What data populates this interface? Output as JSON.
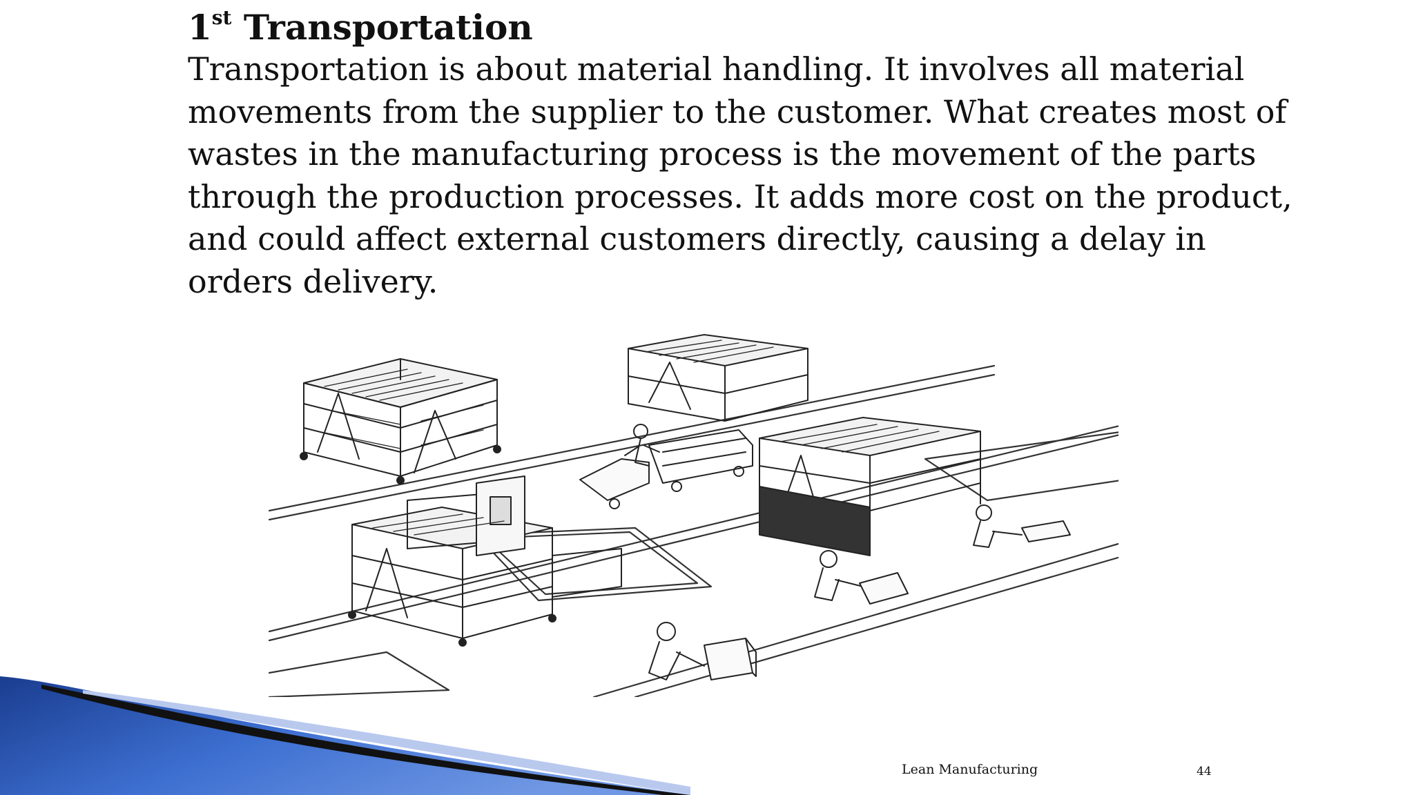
{
  "slide": {
    "heading_number": "1",
    "heading_suffix": "st",
    "heading_title": "Transportation",
    "body_lines": [
      "Transportation is about material handling. It involves all material",
      "movements from the supplier to the customer. What creates most of",
      "wastes in the manufacturing process is the movement of the parts",
      "through the production processes. It adds more cost on the product,",
      "and could affect external customers directly, causing a delay in",
      "orders delivery."
    ]
  },
  "footer": {
    "title": "Lean Manufacturing",
    "page_number": "44"
  },
  "colors": {
    "accent_dark": "#1a3d8f",
    "accent_mid": "#3d6fd1",
    "accent_light": "#b9c9ee",
    "text": "#111111"
  },
  "illustration": {
    "subject": "line drawing of factory floor with material racks, a tugger cart with driver, and workers on an assembly line"
  }
}
